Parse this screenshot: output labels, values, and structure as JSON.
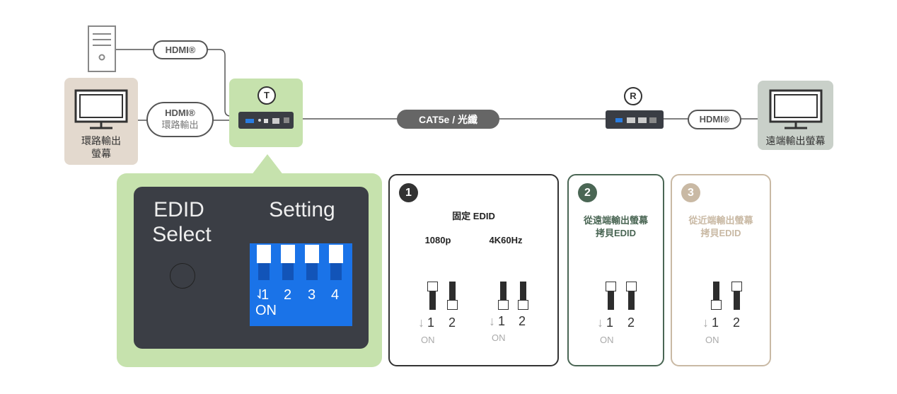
{
  "colors": {
    "green": "#c6e2ad",
    "tan": "#e3d9ce",
    "sage": "#c9d0c9",
    "card_dark": "#333333",
    "card2": "#4a6654",
    "card3": "#c9b9a4",
    "panel": "#3b3e45",
    "dip_blue": "#1a73e8"
  },
  "labels": {
    "hdmi_top": "HDMI®",
    "hdmi_loop": "HDMI®",
    "loop_sub": "環路輸出",
    "cable": "CAT5e / 光纖",
    "hdmi_right": "HDMI®",
    "tx_marker": "T",
    "rx_marker": "R",
    "loop_display": "環路輸出\n螢幕",
    "remote_display": "遠端輸出螢幕"
  },
  "zoom": {
    "edid": "EDID",
    "select": "Select",
    "setting": "Setting",
    "dip_numbers": [
      "1",
      "2",
      "3",
      "4"
    ],
    "dip_on": "ON",
    "dip_arrow": "⇃"
  },
  "cards": [
    {
      "badge": "1",
      "title": "固定 EDID",
      "col_labels": [
        "1080p",
        "4K60Hz"
      ],
      "switch_numbers": [
        "1",
        "2"
      ],
      "arrow": "↓",
      "on": "ON"
    },
    {
      "badge": "2",
      "title": "從遠端輸出螢幕\n拷貝EDID",
      "switch_numbers": [
        "1",
        "2"
      ],
      "arrow": "↓",
      "on": "ON"
    },
    {
      "badge": "3",
      "title": "從近端輸出螢幕\n拷貝EDID",
      "switch_numbers": [
        "1",
        "2"
      ],
      "arrow": "↓",
      "on": "ON"
    }
  ]
}
